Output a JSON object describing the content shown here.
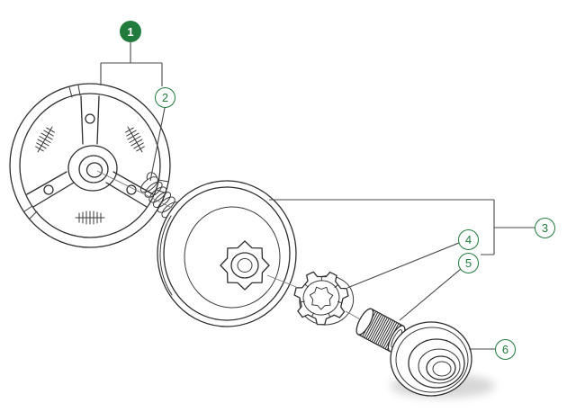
{
  "diagram": {
    "type": "exploded-parts-diagram",
    "callouts": [
      {
        "label": "1",
        "style": "filled"
      },
      {
        "label": "2",
        "style": "outline"
      },
      {
        "label": "3",
        "style": "outline"
      },
      {
        "label": "4",
        "style": "outline"
      },
      {
        "label": "5",
        "style": "outline"
      },
      {
        "label": "6",
        "style": "outline"
      }
    ],
    "colors": {
      "callout_green": "#217b3d",
      "callout_filled_text": "#ffffff",
      "line_art": "#2e2e2e",
      "leader_line": "#4a4a4a",
      "shadow": "#d6d6d6",
      "background": "#ffffff"
    }
  }
}
